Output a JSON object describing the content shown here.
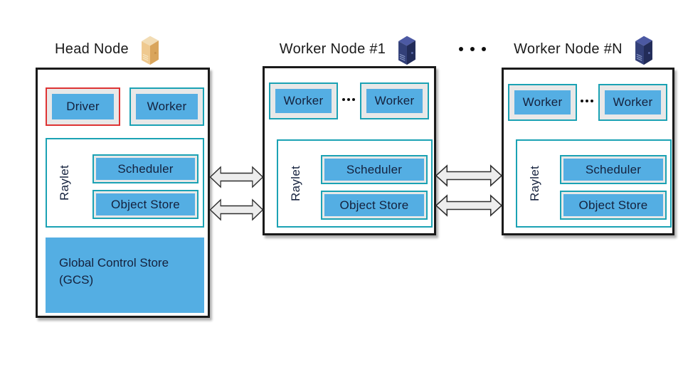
{
  "head_node": {
    "title": "Head Node",
    "icon": "server-tower-icon-tan",
    "driver_label": "Driver",
    "worker_label": "Worker",
    "raylet": {
      "label": "Raylet",
      "scheduler_label": "Scheduler",
      "object_store_label": "Object Store"
    },
    "gcs_label": "Global Control Store (GCS)"
  },
  "worker_node_1": {
    "title": "Worker Node #1",
    "icon": "server-tower-icon-navy",
    "workers": [
      "Worker",
      "Worker"
    ],
    "workers_ellipsis_icon": "horizontal-ellipsis",
    "raylet": {
      "label": "Raylet",
      "scheduler_label": "Scheduler",
      "object_store_label": "Object Store"
    }
  },
  "worker_node_n": {
    "title": "Worker Node #N",
    "icon": "server-tower-icon-navy",
    "workers": [
      "Worker",
      "Worker"
    ],
    "workers_ellipsis_icon": "horizontal-ellipsis",
    "raylet": {
      "label": "Raylet",
      "scheduler_label": "Scheduler",
      "object_store_label": "Object Store"
    }
  },
  "between_nodes_ellipsis_icon": "horizontal-ellipsis",
  "connections": {
    "style": "double-headed-arrow",
    "pairs": [
      "head-scheduler <-> worker1-scheduler",
      "head-object-store <-> worker1-object-store",
      "worker1-scheduler <-> workerN-scheduler",
      "worker1-object-store <-> workerN-object-store"
    ]
  },
  "colors": {
    "box_fill_blue": "#54AEE3",
    "teal_border": "#1BA2B4",
    "red_border": "#DE3333",
    "gray_padding": "#E8E8E8",
    "node_border": "#1A1A1A",
    "arrow_fill": "#EDEDED",
    "label_text": "#14213D"
  }
}
